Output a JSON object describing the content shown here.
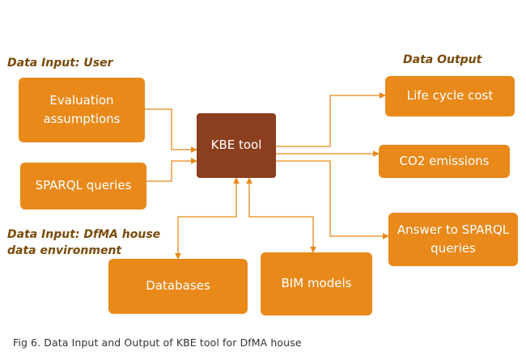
{
  "headings": {
    "input_user": "Data Input: User",
    "output": "Data Output",
    "input_env": "Data Input: DfMA house\ndata environment"
  },
  "central": {
    "label": "KBE tool"
  },
  "inputs": {
    "evaluation": "Evaluation\nassumptions",
    "sparql": "SPARQL queries"
  },
  "outputs": {
    "lcc": "Life cycle cost",
    "co2": "CO2 emissions",
    "answer": "Answer to SPARQL\nqueries"
  },
  "environment": {
    "databases": "Databases",
    "bim": "BIM models"
  },
  "caption": "Fig 6. Data Input and Output of KBE tool for DfMA house",
  "colors": {
    "box": "#E8891A",
    "central": "#8B3F1E",
    "heading": "#7A4A0A",
    "connector": "#E8891A"
  }
}
